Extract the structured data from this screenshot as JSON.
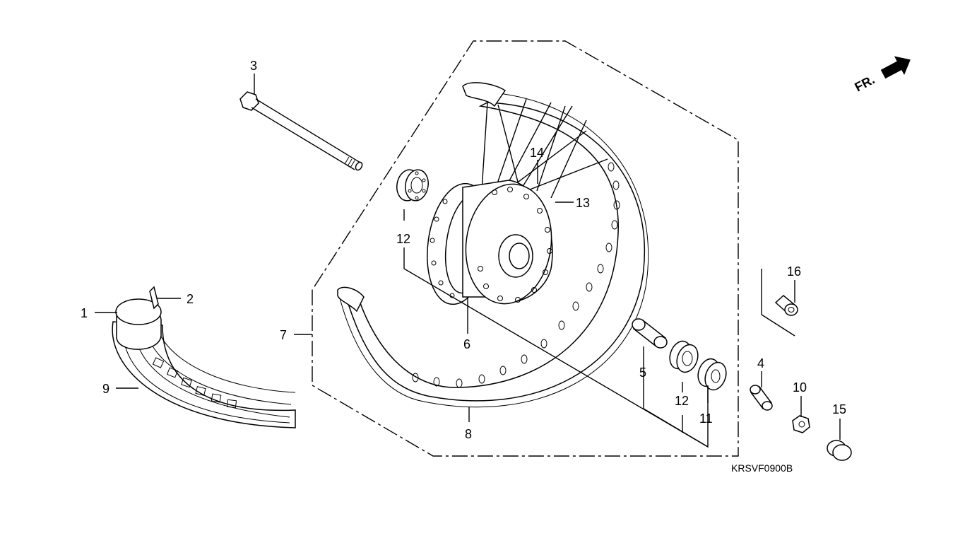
{
  "diagram": {
    "direction_marker": "FR.",
    "drawing_code": "KRSVF0900B",
    "callouts": {
      "c1": "1",
      "c2": "2",
      "c3": "3",
      "c4": "4",
      "c5": "5",
      "c6": "6",
      "c7": "7",
      "c8": "8",
      "c9": "9",
      "c10": "10",
      "c11": "11",
      "c12a": "12",
      "c12b": "12",
      "c13": "13",
      "c14": "14",
      "c15": "15",
      "c16": "16"
    }
  }
}
